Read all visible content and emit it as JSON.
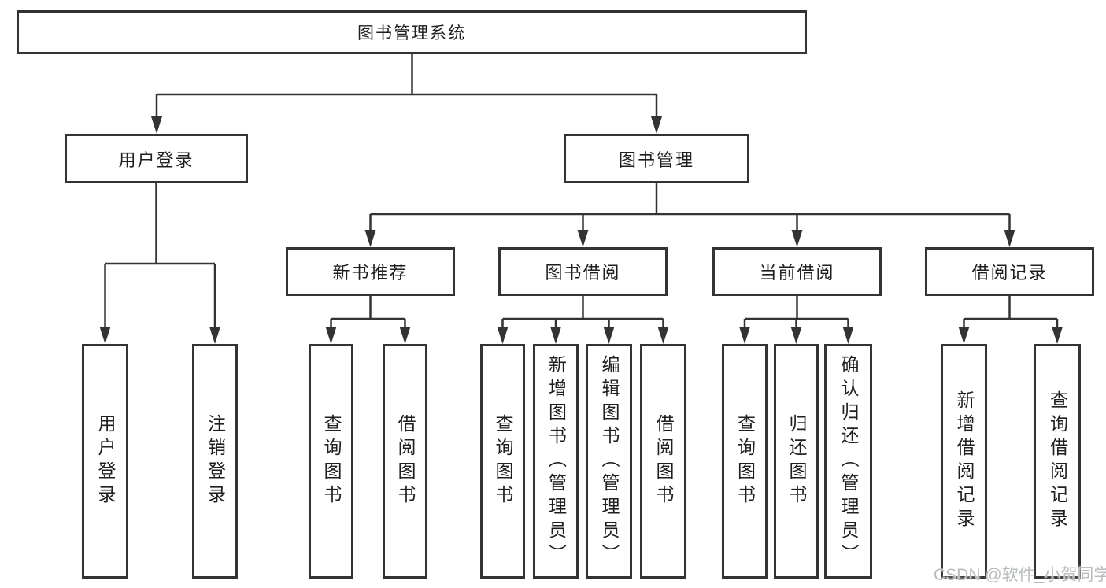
{
  "tree": {
    "root": "图书管理系统",
    "level2": [
      {
        "label": "用户登录",
        "children": [
          "用户登录",
          "注销登录"
        ]
      },
      {
        "label": "图书管理",
        "children": [
          {
            "label": "新书推荐",
            "children": [
              "查询图书",
              "借阅图书"
            ]
          },
          {
            "label": "图书借阅",
            "children": [
              "查询图书",
              "新增图书（管理员）",
              "编辑图书（管理员）",
              "借阅图书"
            ]
          },
          {
            "label": "当前借阅",
            "children": [
              "查询图书",
              "归还图书",
              "确认归还（管理员）"
            ]
          },
          {
            "label": "借阅记录",
            "children": [
              "新增借阅记录",
              "查询借阅记录"
            ]
          }
        ]
      }
    ]
  },
  "watermark": "CSDN @软件_小贺同学",
  "colors": {
    "line": "#333333",
    "box_border": "#333333",
    "text": "#1f1f1f",
    "background": "#ffffff",
    "watermark": "#b9bdc0"
  }
}
